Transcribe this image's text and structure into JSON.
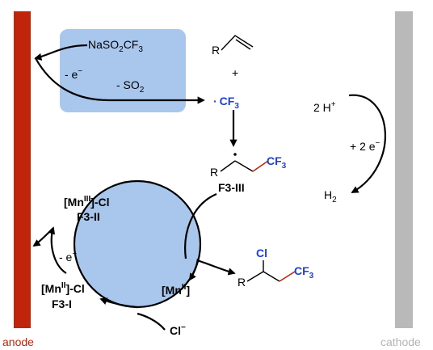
{
  "electrodes": {
    "anode_label": "anode",
    "cathode_label": "cathode",
    "anode_color": "#c0240a",
    "cathode_color": "#b9b9b9"
  },
  "colors": {
    "box_fill": "#a9c7ec",
    "circle_fill": "#a9c7ec",
    "highlight_blue": "#1e3fd4",
    "bond_red": "#c0240a"
  },
  "reagent_box": {
    "reagent": {
      "a": "NaSO",
      "a_sub": "2",
      "b": "CF",
      "b_sub": "3"
    },
    "electron_loss": "- e",
    "so2_loss": {
      "a": "- SO",
      "a_sub": "2"
    }
  },
  "radical": {
    "dot": "·",
    "cf": "CF",
    "sub": "3"
  },
  "alkene": {
    "r": "R",
    "plus": "+"
  },
  "intermediate": {
    "r": "R",
    "cf": "CF",
    "sub": "3",
    "label": "F3-III"
  },
  "product": {
    "r": "R",
    "cl": "Cl",
    "cf": "CF",
    "sub": "3"
  },
  "catalytic_cycle": {
    "mn3": {
      "open": "[Mn",
      "ox": "III",
      "close": "]-Cl",
      "label": "F3-II"
    },
    "mn2cl": {
      "open": "[Mn",
      "ox": "II",
      "close": "]-Cl",
      "label": "F3-I"
    },
    "mn2": {
      "open": "[Mn",
      "ox": "II",
      "close": "]"
    },
    "electron_loss": "- e",
    "chloride": "Cl"
  },
  "cathode_reaction": {
    "reactant": {
      "a": "2 H",
      "sup": "+"
    },
    "electrons": {
      "a": "+ 2 e",
      "sup": "−"
    },
    "product": {
      "a": "H",
      "sub": "2"
    }
  }
}
